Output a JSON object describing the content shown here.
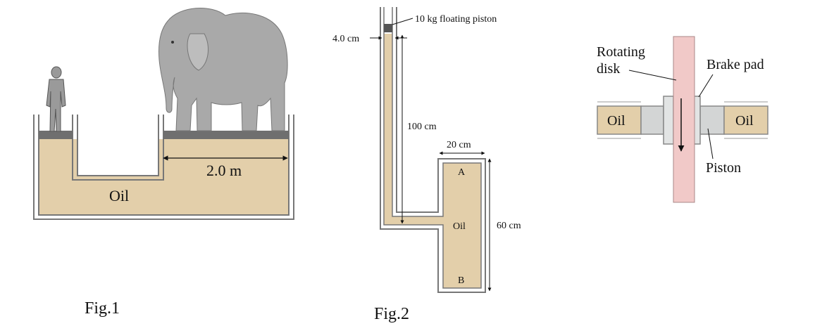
{
  "fig1": {
    "dimension_label": "2.0 m",
    "fluid_label": "Oil",
    "caption": "Fig.1"
  },
  "fig2": {
    "piston_label": "10 kg floating piston",
    "diameter_label": "4.0 cm",
    "height_label": "100 cm",
    "width_label": "20 cm",
    "tank_height_label": "60 cm",
    "point_a": "A",
    "point_b": "B",
    "fluid_label": "Oil",
    "caption": "Fig.2"
  },
  "fig3": {
    "rotating_disk_label_line1": "Rotating",
    "rotating_disk_label_line2": "disk",
    "brake_pad_label": "Brake pad",
    "piston_label": "Piston",
    "oil_left_label": "Oil",
    "oil_right_label": "Oil"
  },
  "colors": {
    "oil": "#e3cfaa",
    "deck": "#6f6f6f",
    "elephant": "#a9a9a9",
    "disk": "#f1c9c8",
    "piston": "#d3d5d5"
  }
}
